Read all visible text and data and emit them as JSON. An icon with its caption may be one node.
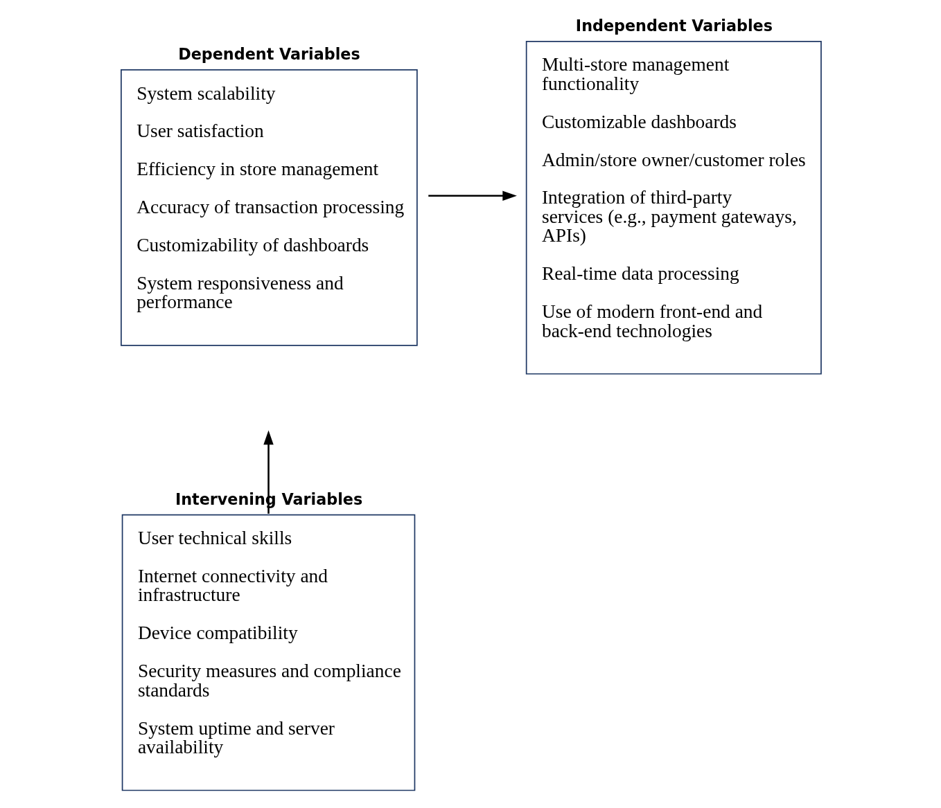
{
  "diagram": {
    "nodes": [
      {
        "text": [
          "Dependent Variables",
          "System scalability",
          "User satisfaction",
          "Efficiency in store management",
          "Accuracy of transaction processing",
          "Customizability of dashboards",
          "System responsiveness and performance"
        ]
      },
      {
        "text": [
          "Independent Variables",
          "Multi-store management functionality",
          "Customizable dashboards",
          "Admin/store owner/customer roles",
          "Integration of third-party services (e.g., payment gateways, APIs)",
          "Real-time data processing",
          "Use of modern front-end and back-end technologies"
        ]
      },
      {
        "text": [
          "Intervening Variables",
          "User technical skills",
          "Internet connectivity and infrastructure",
          "Device compatibility",
          "Security measures and compliance standards",
          "System uptime and server availability"
        ]
      }
    ],
    "edges": [
      {
        "from": 0,
        "to": 1,
        "arrow": "to"
      },
      {
        "from": 2,
        "to": null,
        "arrow": "to"
      }
    ]
  }
}
